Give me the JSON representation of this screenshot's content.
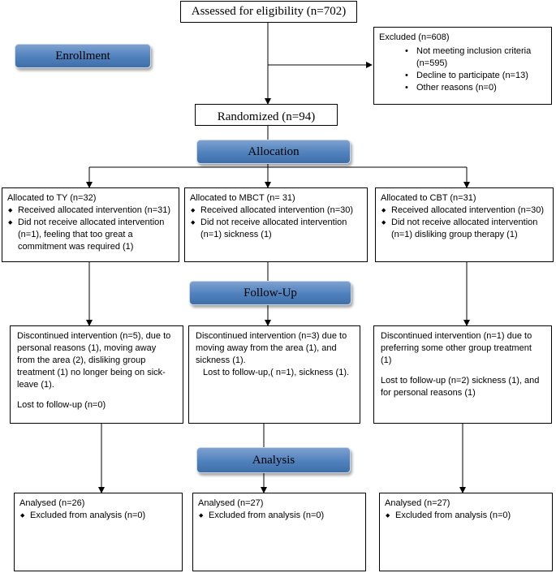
{
  "assessed": "Assessed for eligibility (n=702)",
  "excluded": {
    "title": "Excluded (n=608)",
    "items": [
      "Not meeting inclusion criteria (n=595)",
      "Decline to participate (n=13)",
      "Other reasons (n=0)"
    ]
  },
  "randomized": "Randomized (n=94)",
  "stages": {
    "enrollment": "Enrollment",
    "allocation": "Allocation",
    "followup": "Follow-Up",
    "analysis": "Analysis"
  },
  "allocation": [
    {
      "title": "Allocated to TY (n=32)",
      "items": [
        "Received allocated intervention (n=31)",
        "Did not receive allocated intervention (n=1), feeling that too great a commitment was required (1)"
      ]
    },
    {
      "title": "Allocated to MBCT (n= 31)",
      "items": [
        "Received allocated intervention (n=30)",
        "Did not receive allocated intervention (n=1) sickness (1)"
      ]
    },
    {
      "title": "Allocated to CBT (n=31)",
      "items": [
        "Received allocated intervention (n=30)",
        "Did not receive allocated intervention (n=1) disliking group therapy (1)"
      ]
    }
  ],
  "followup": [
    {
      "discontinued": "Discontinued intervention (n=5), due to personal reasons (1), moving away from the area (2), disliking group treatment (1) no longer being on sick-leave (1).",
      "lost": "Lost to follow-up (n=0)"
    },
    {
      "discontinued": "Discontinued intervention (n=3) due to moving away from the area (1), and sickness (1).",
      "lost": "Lost to follow-up,( n=1), sickness (1)."
    },
    {
      "discontinued": "Discontinued intervention (n=1) due to preferring some other group treatment (1)",
      "lost": "Lost to follow-up (n=2)  sickness (1), and for personal reasons (1)"
    }
  ],
  "analysis": [
    {
      "title": "Analysed  (n=26)",
      "excluded": "Excluded from analysis (n=0)"
    },
    {
      "title": "Analysed  (n=27)",
      "excluded": "Excluded from analysis (n=0)"
    },
    {
      "title": "Analysed  (n=27)",
      "excluded": "Excluded from analysis (n=0)"
    }
  ]
}
